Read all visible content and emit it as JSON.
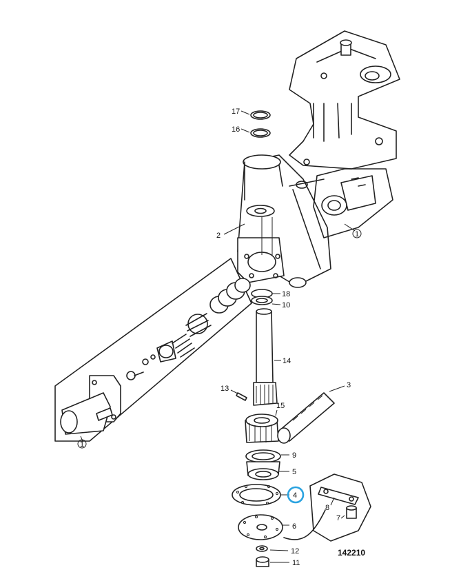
{
  "diagram": {
    "reference_number": "142210",
    "highlight_color": "#2ba3e0",
    "highlighted_part": "4",
    "callouts": {
      "c1_upper": "1",
      "c1_left": "1",
      "c2": "2",
      "c3": "3",
      "c4": "4",
      "c5": "5",
      "c6": "6",
      "c7": "7",
      "c8": "8",
      "c9": "9",
      "c10": "10",
      "c11": "11",
      "c12": "12",
      "c13": "13",
      "c14": "14",
      "c15": "15",
      "c16": "16",
      "c17": "17",
      "c18": "18"
    }
  }
}
